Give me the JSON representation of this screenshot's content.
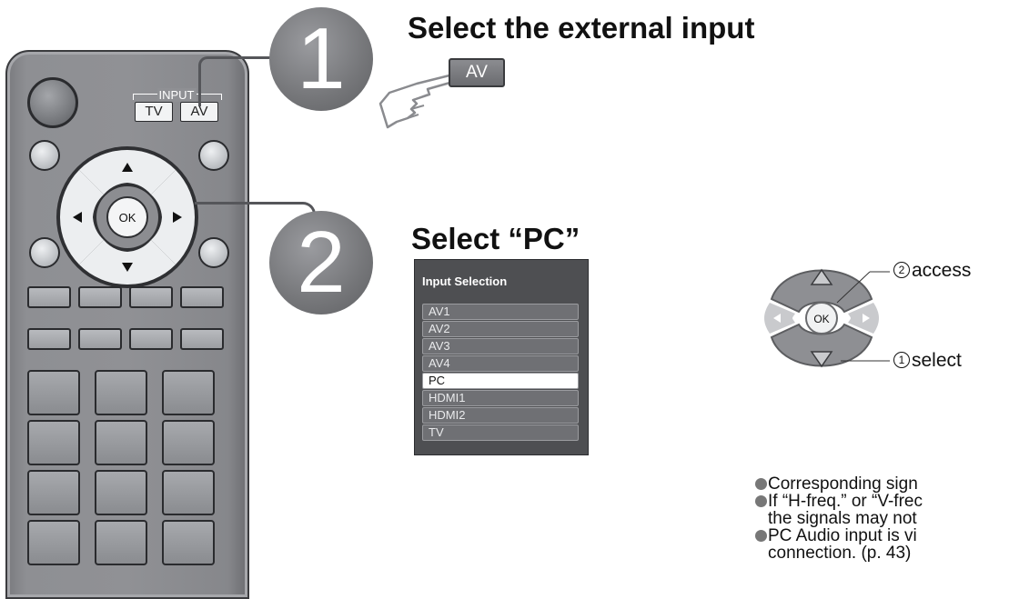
{
  "remote": {
    "input_label": "INPUT",
    "tv_button": "TV",
    "av_button": "AV",
    "ok_button": "OK"
  },
  "steps": [
    {
      "number": "1",
      "heading": "Select the external input",
      "key_label": "AV"
    },
    {
      "number": "2",
      "heading": "Select “PC”"
    }
  ],
  "menu": {
    "title": "Input Selection",
    "items": [
      "AV1",
      "AV2",
      "AV3",
      "AV4",
      "PC",
      "HDMI1",
      "HDMI2",
      "TV"
    ],
    "selected": "PC"
  },
  "pad": {
    "ok_label": "OK",
    "access_num": "2",
    "access_label": "access",
    "select_num": "1",
    "select_label": "select"
  },
  "notes": [
    "Corresponding sign",
    "If “H-freq.” or “V-frec",
    "the signals may not",
    "PC Audio input is vi",
    "connection. (p. 43)"
  ]
}
